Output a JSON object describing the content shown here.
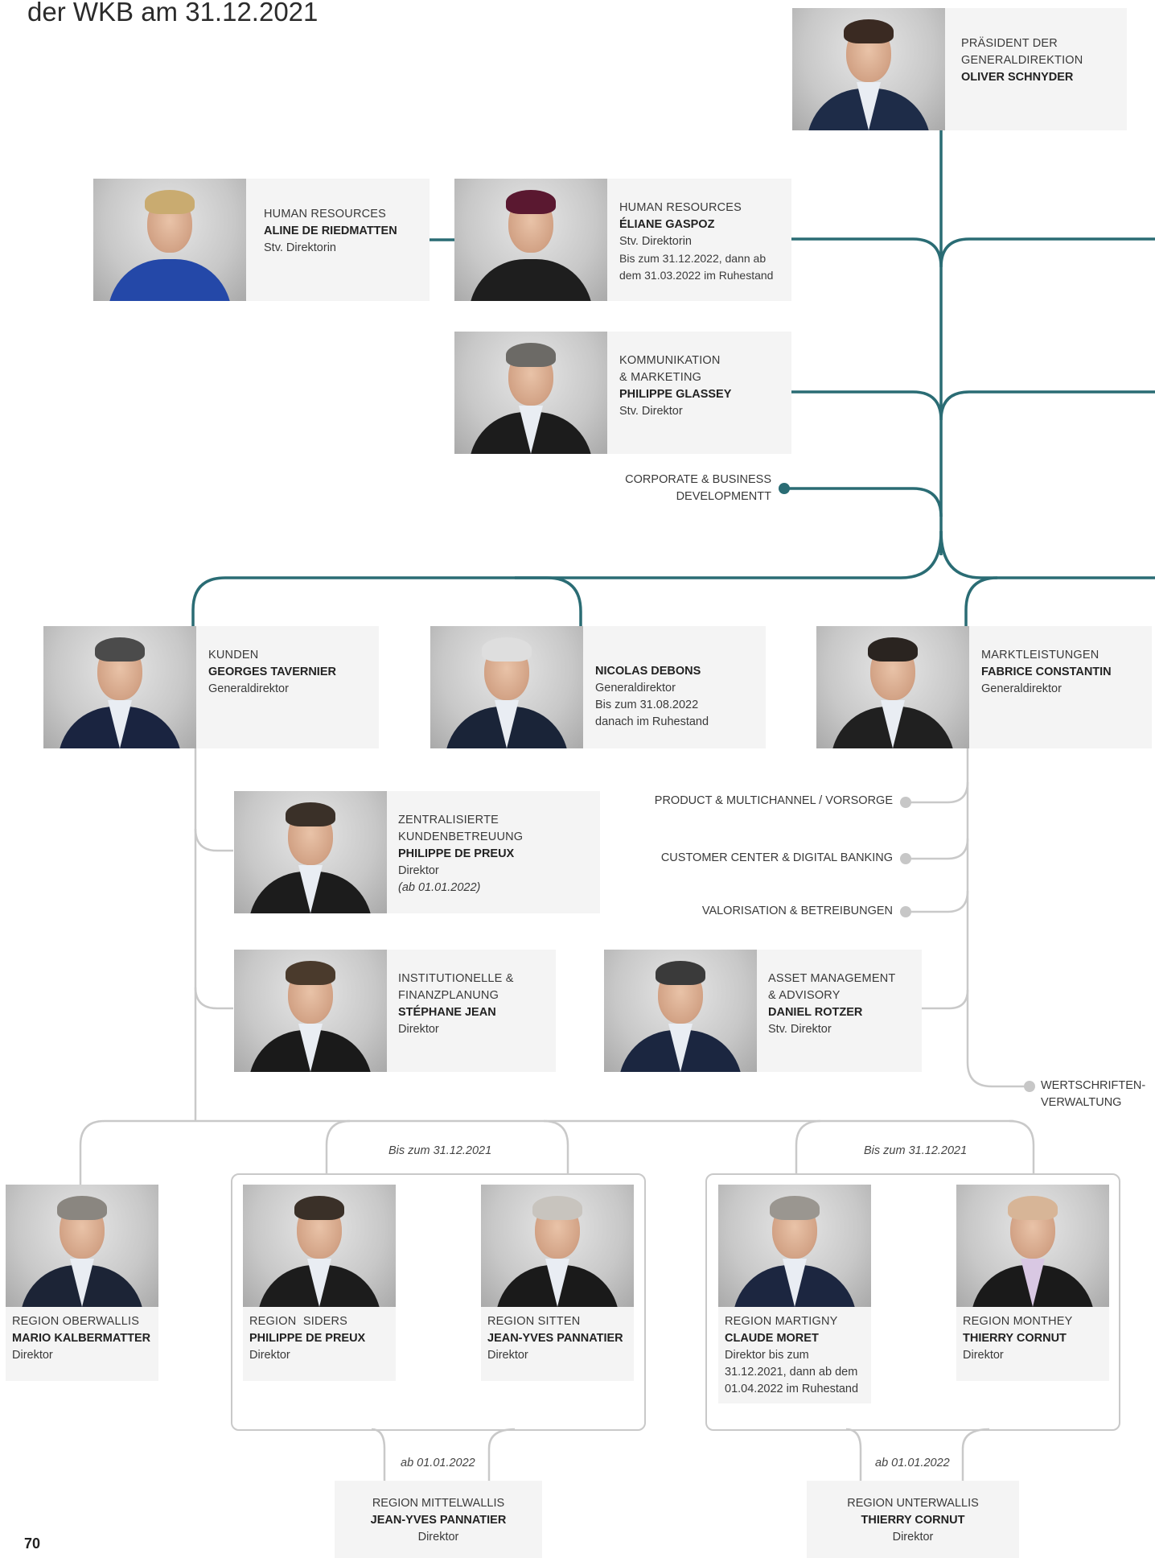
{
  "page": {
    "title": "der WKB am 31.12.2021",
    "page_number": "70"
  },
  "top": {
    "president": {
      "line1": "PRÄSIDENT DER",
      "line2": "GENERALDIREKTION",
      "name": "OLIVER SCHNYDER"
    },
    "hr_aline": {
      "dept": "HUMAN RESOURCES",
      "name": "ALINE DE RIEDMATTEN",
      "role": "Stv. Direktorin"
    },
    "hr_eliane": {
      "dept": "HUMAN RESOURCES",
      "name": "ÉLIANE GASPOZ",
      "role": "Stv. Direktorin",
      "note1": "Bis zum 31.12.2022, dann ab",
      "note2": "dem 31.03.2022 im Ruhestand"
    },
    "komm": {
      "line1": "KOMMUNIKATION",
      "line2": "& MARKETING",
      "name": "PHILIPPE GLASSEY",
      "role": "Stv. Direktor"
    },
    "corporate": {
      "line1": "CORPORATE & BUSINESS",
      "line2": "DEVELOPMENTT"
    }
  },
  "management": {
    "kunden": {
      "dept": "KUNDEN",
      "name": "GEORGES TAVERNIER",
      "role": "Generaldirektor"
    },
    "debons": {
      "name": "NICOLAS DEBONS",
      "role": "Generaldirektor",
      "note1": "Bis zum 31.08.2022",
      "note2": "danach im Ruhestand"
    },
    "markt": {
      "dept": "MARKTLEISTUNGEN",
      "name": "FABRICE CONSTANTIN",
      "role": "Generaldirektor"
    }
  },
  "units": {
    "zentral": {
      "line1": "ZENTRALISIERTE",
      "line2": "KUNDENBETREUUNG",
      "name": "PHILIPPE DE PREUX",
      "role": "Direktor",
      "note": "(ab 01.01.2022)"
    },
    "institutionelle": {
      "line1": "INSTITUTIONELLE &",
      "line2": "FINANZPLANUNG",
      "name": "STÉPHANE JEAN",
      "role": "Direktor"
    },
    "asset": {
      "line1": "ASSET MANAGEMENT",
      "line2": "& ADVISORY",
      "name": "DANIEL ROTZER",
      "role": "Stv. Direktor"
    },
    "product": "PRODUCT & MULTICHANNEL / VORSORGE",
    "customer": "CUSTOMER CENTER & DIGITAL BANKING",
    "valorisation": "VALORISATION & BETREIBUNGEN",
    "wertschriften1": "WERTSCHRIFTEN-",
    "wertschriften2": "VERWALTUNG"
  },
  "regions": {
    "until_note": "Bis zum 31.12.2021",
    "from_note": "ab 01.01.2022",
    "oberwallis": {
      "region": "REGION OBERWALLIS",
      "name": "MARIO KALBERMATTER",
      "role": "Direktor"
    },
    "siders": {
      "region": "REGION  SIDERS",
      "name": "PHILIPPE DE PREUX",
      "role": "Direktor"
    },
    "sitten": {
      "region": "REGION SITTEN",
      "name": "JEAN-YVES PANNATIER",
      "role": "Direktor"
    },
    "martigny": {
      "region": "REGION MARTIGNY",
      "name": "CLAUDE MORET",
      "note1": "Direktor bis zum",
      "note2": "31.12.2021, dann ab dem",
      "note3": "01.04.2022 im Ruhestand"
    },
    "monthey": {
      "region": "REGION MONTHEY",
      "name": "THIERRY CORNUT",
      "role": "Direktor"
    },
    "mittelwallis": {
      "region": "REGION MITTELWALLIS",
      "name": "JEAN-YVES PANNATIER",
      "role": "Direktor"
    },
    "unterwallis": {
      "region": "REGION UNTERWALLIS",
      "name": "THIERRY CORNUT",
      "role": "Direktor"
    }
  },
  "colors": {
    "teal": "#2a6c74",
    "grey_line": "#c9c9c9",
    "card_bg": "#f4f4f4"
  }
}
